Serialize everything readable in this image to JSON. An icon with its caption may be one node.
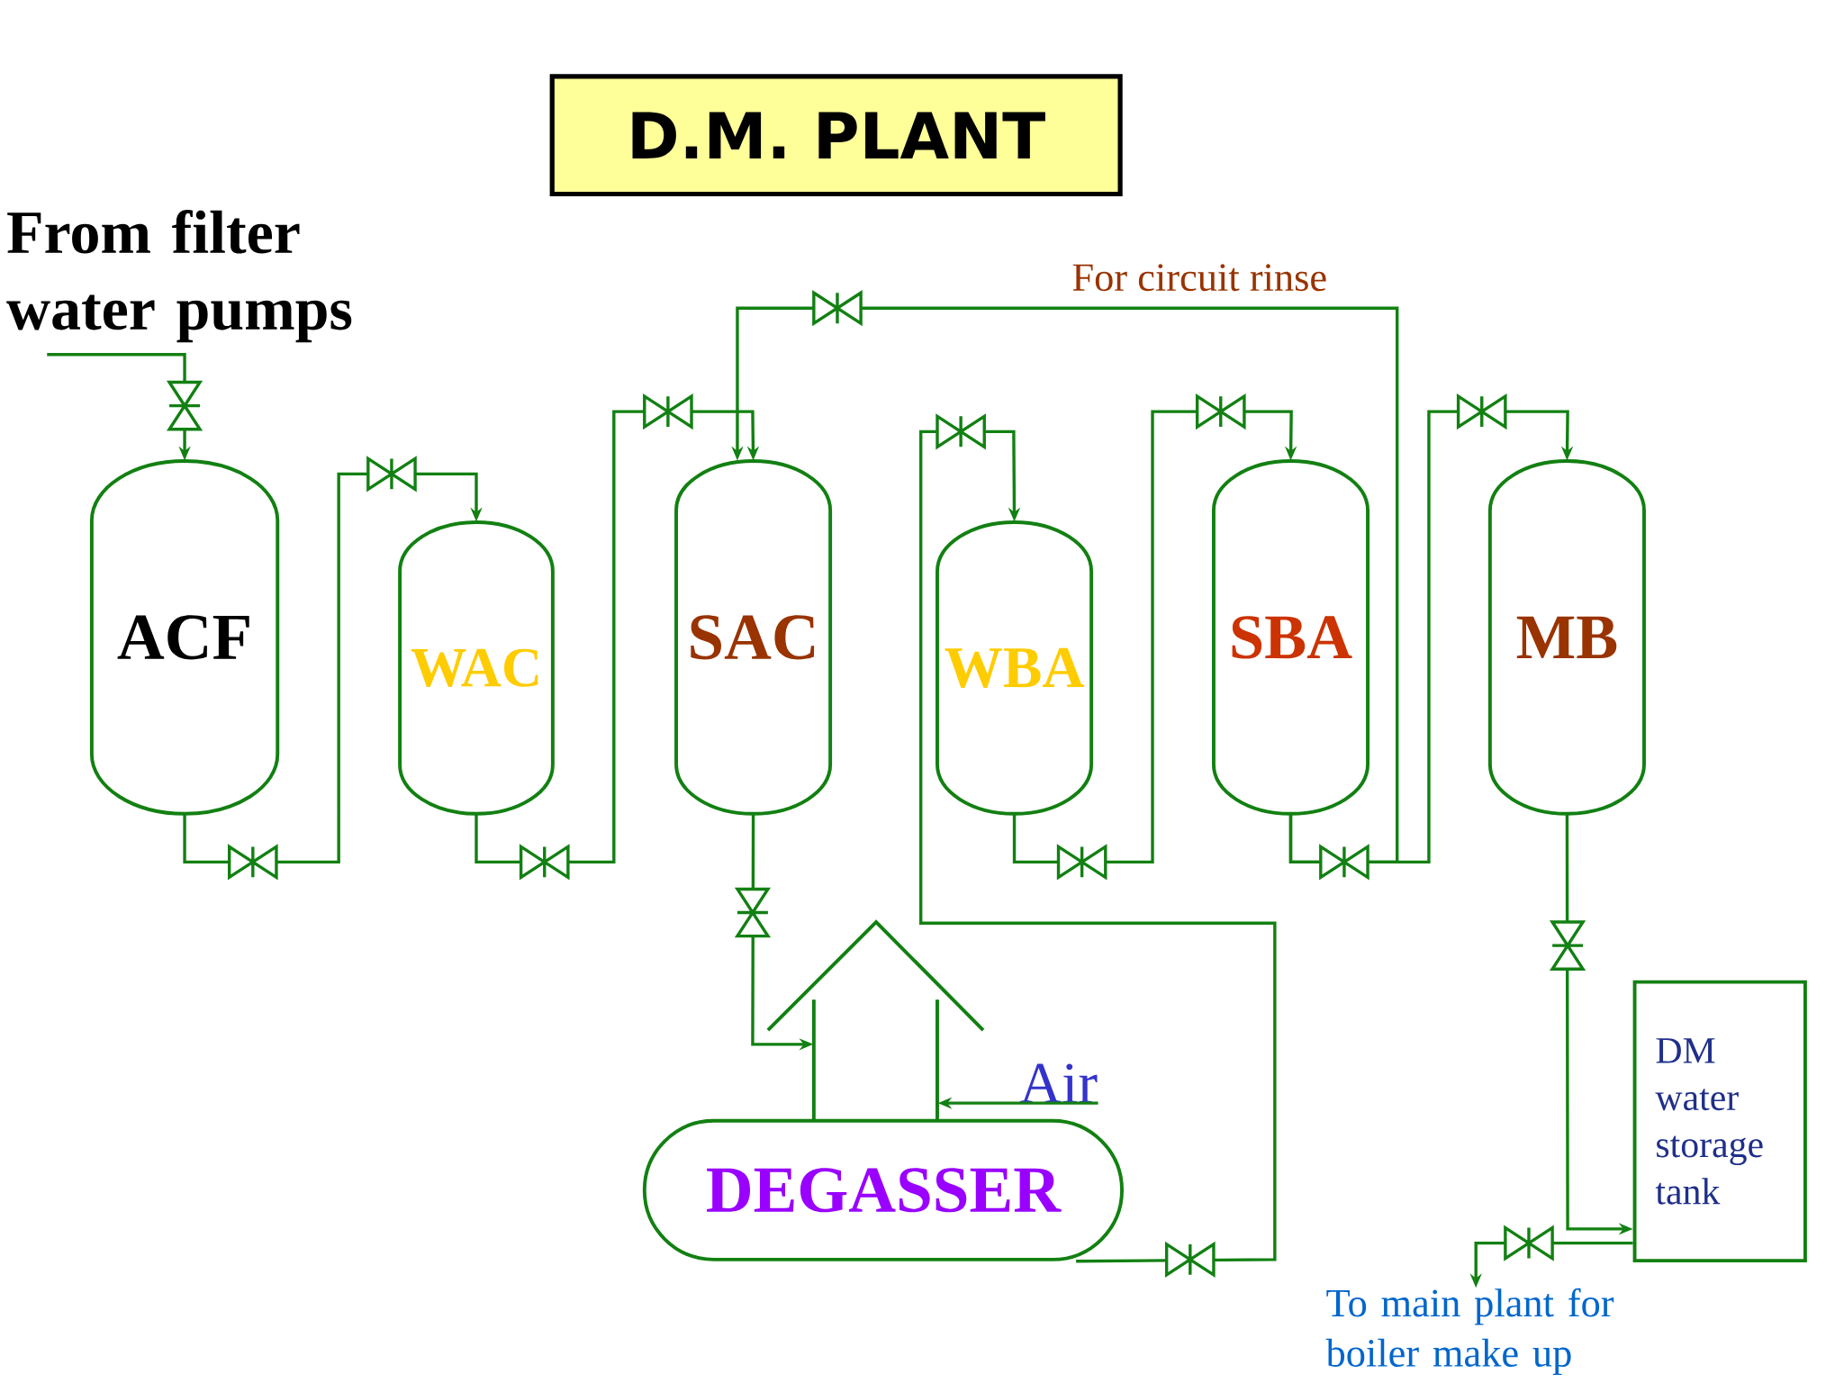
{
  "diagram": {
    "title": "D.M. PLANT",
    "nodes": [
      {
        "text": [
          "From filter water pumps"
        ]
      },
      {
        "text": [
          "ACF"
        ]
      },
      {
        "text": [
          "WAC"
        ]
      },
      {
        "text": [
          "SAC"
        ]
      },
      {
        "text": [
          "WBA"
        ]
      },
      {
        "text": [
          "SBA"
        ]
      },
      {
        "text": [
          "MB"
        ]
      },
      {
        "text": [],
        "shape": "tower"
      },
      {
        "text": [
          "Air"
        ]
      },
      {
        "text": [
          "DEGASSER"
        ]
      },
      {
        "text": [
          "DM water storage tank"
        ]
      },
      {
        "text": [
          "To main plant for boiler make up"
        ]
      }
    ],
    "edges": [
      {
        "from": 0,
        "to": 1,
        "arrow": "to"
      },
      {
        "from": 1,
        "to": 2,
        "arrow": "to"
      },
      {
        "from": 2,
        "to": 3,
        "arrow": "to"
      },
      {
        "from": 3,
        "to": 7,
        "arrow": "to"
      },
      {
        "from": 9,
        "to": 4,
        "arrow": "to"
      },
      {
        "from": 4,
        "to": 5,
        "arrow": "to"
      },
      {
        "from": 5,
        "to": 6,
        "arrow": "to"
      },
      {
        "from": 5,
        "to": 3,
        "arrow": "to",
        "label": "For circuit  rinse"
      },
      {
        "from": 6,
        "to": 10,
        "arrow": "to"
      },
      {
        "from": 8,
        "to": 7,
        "arrow": "to"
      },
      {
        "from": 10,
        "to": 11,
        "arrow": "to"
      }
    ]
  }
}
